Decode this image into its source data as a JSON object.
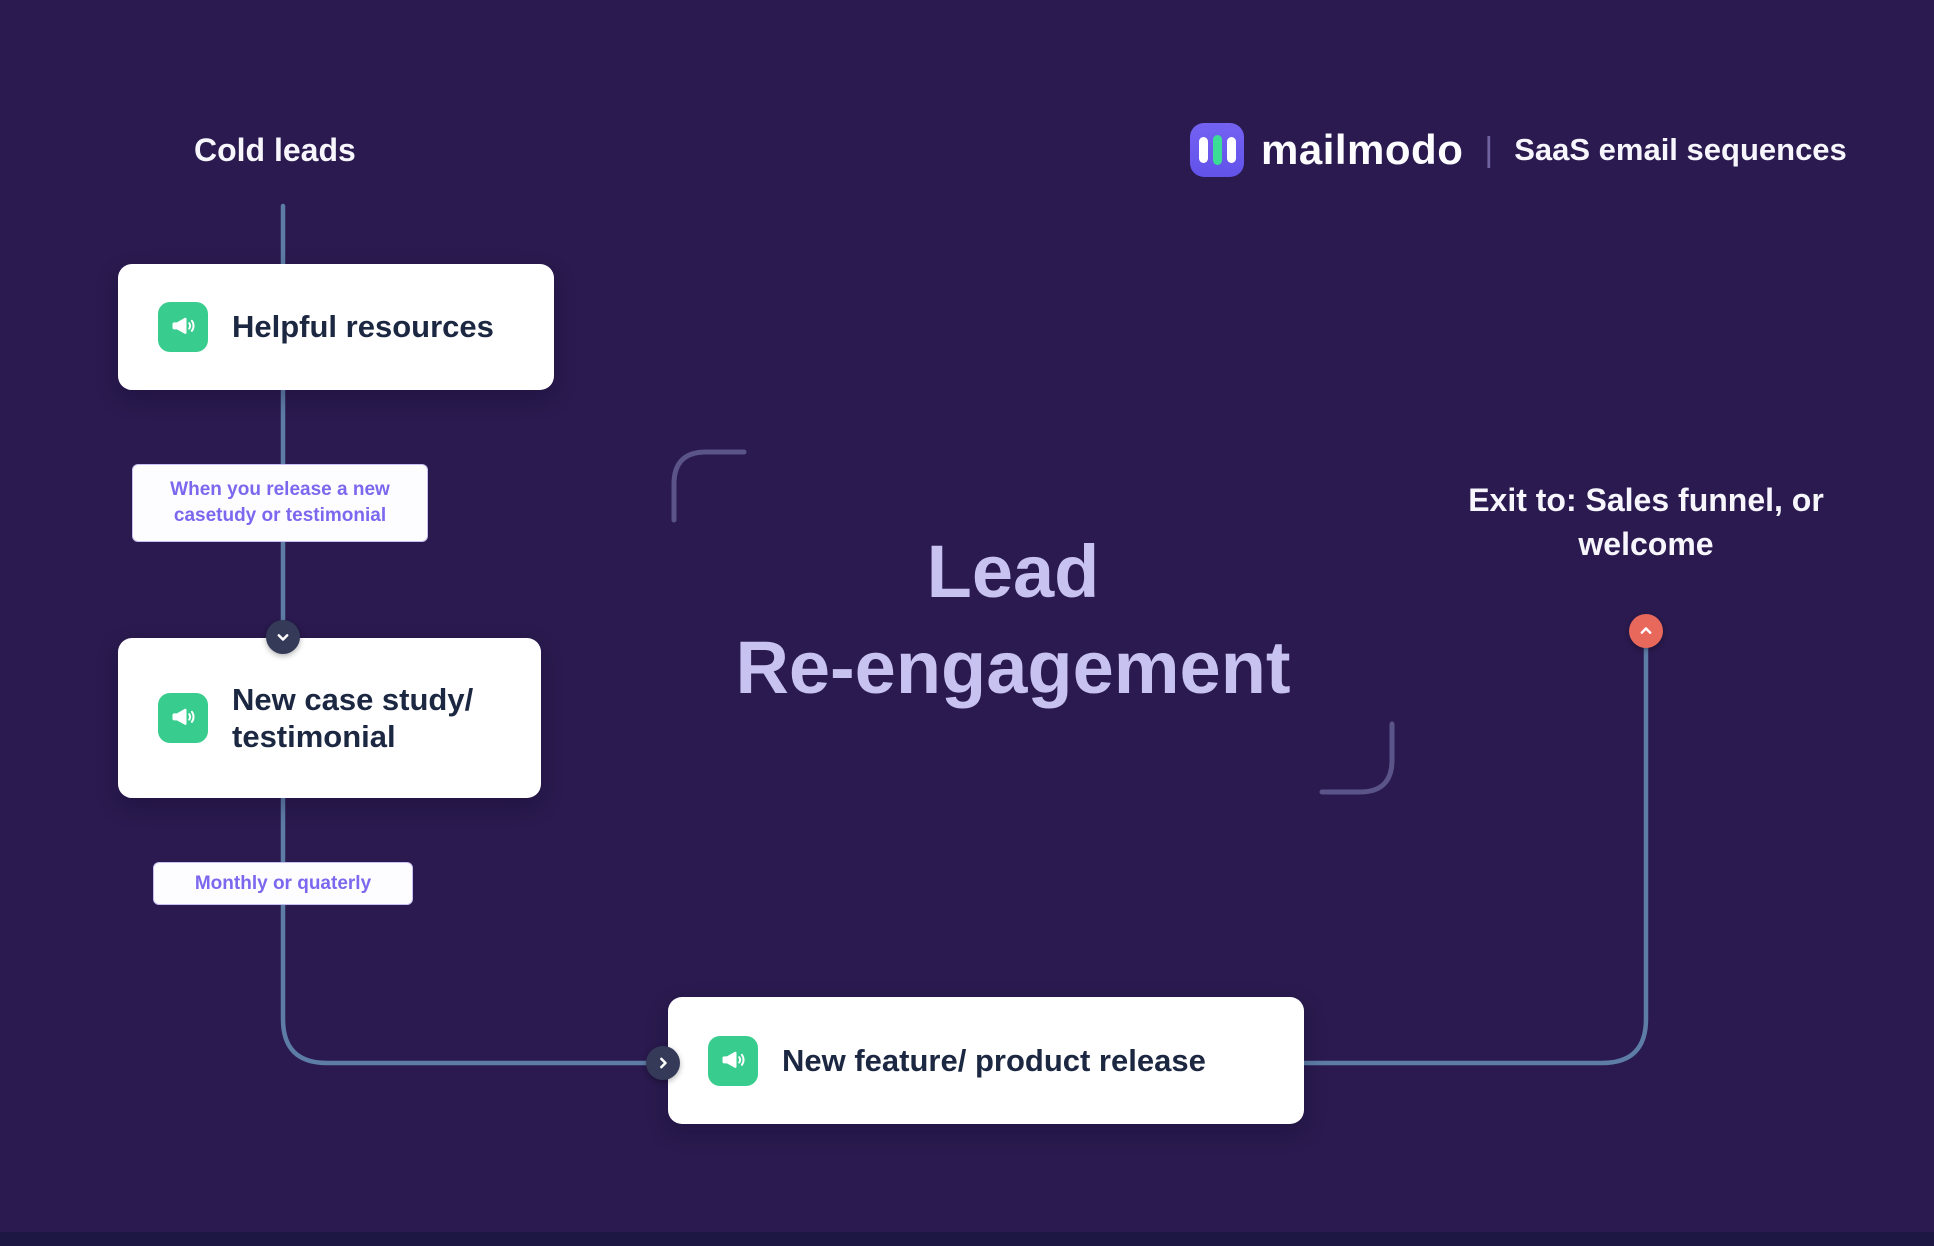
{
  "colors": {
    "background": "#2a1a4f",
    "line": "#5d7da6",
    "card_bg": "#ffffff",
    "card_text": "#1c2742",
    "icon_bg": "#38cc8e",
    "annotation_text": "#7b68ee",
    "annotation_border": "#c9c0f2",
    "title_text": "#c8c2f0",
    "exit_dot": "#e8685c",
    "chevron_dot": "#343a58",
    "bracket": "#5b5488",
    "brand_square": "#6152ea",
    "brand_green": "#3bdc96",
    "footer_bar": "#1d1843",
    "white_text": "#f7f6fc"
  },
  "header": {
    "cold_leads_label": "Cold leads",
    "brand_name": "mailmodo",
    "divider": "|",
    "tagline": "SaaS email sequences"
  },
  "title": {
    "line1": "Lead",
    "line2": "Re-engagement"
  },
  "exit_label": "Exit to: Sales funnel, or welcome",
  "nodes": [
    {
      "label": "Helpful resources",
      "icon": "megaphone-icon"
    },
    {
      "label": "New case study/ testimonial",
      "icon": "megaphone-icon"
    },
    {
      "label": "New feature/ product release",
      "icon": "megaphone-icon"
    }
  ],
  "annotations": [
    {
      "text": "When you release a new casetudy or testimonial"
    },
    {
      "text": "Monthly or quaterly"
    }
  ]
}
